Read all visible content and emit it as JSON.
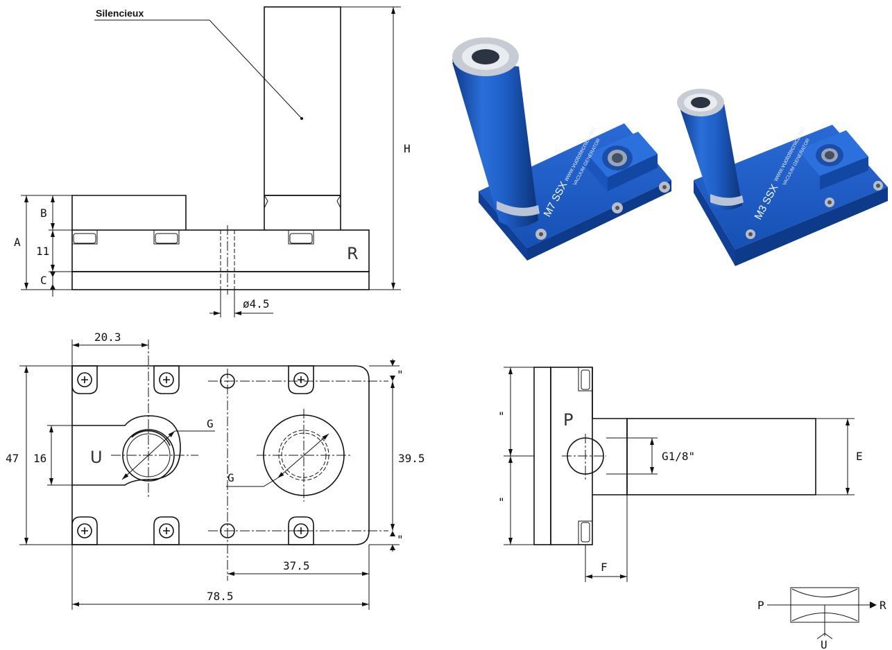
{
  "labels": {
    "silencer": "Silencieux",
    "dim_H": "H",
    "dim_A": "A",
    "dim_B": "B",
    "dim_11": "11",
    "dim_C": "C",
    "port_R": "R",
    "dim_hole": "ø4.5",
    "dim_20_3": "20.3",
    "dim_47": "47",
    "dim_16": "16",
    "port_U": "U",
    "thread_G_1": "G",
    "thread_G_2": "G",
    "dim_39_5": "39.5",
    "dim_37_5": "37.5",
    "dim_78_5": "78.5",
    "port_P": "P",
    "dim_G18": "G1/8\"",
    "dim_E": "E",
    "dim_F": "F",
    "tick_1": "\"",
    "tick_2": "\"",
    "tick_3": "\"",
    "tick_4": "\""
  },
  "photo": {
    "product_left": {
      "model": "M7 SSX",
      "web": "www.vuototecnica.net",
      "sub": "VACUUM GENERATOR"
    },
    "product_right": {
      "model": "M3 SSX",
      "web": "www.vuototecnica.net",
      "sub": "VACUUM GENERATOR"
    },
    "body_color": "#1f5fc8",
    "body_dark": "#0f3f96"
  },
  "symbol": {
    "in": "P",
    "out": "R",
    "vac": "U"
  }
}
